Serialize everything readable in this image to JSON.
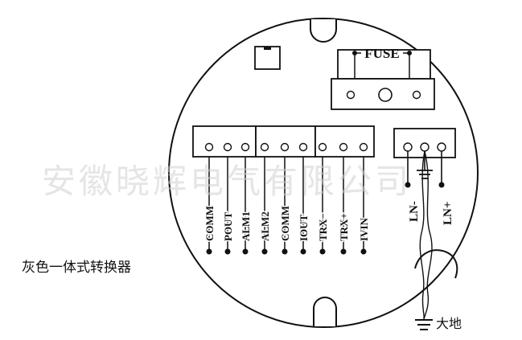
{
  "fuse": {
    "label": "FUSE"
  },
  "terminals": [
    {
      "label": "COMM"
    },
    {
      "label": "POUT"
    },
    {
      "label": "ALM1"
    },
    {
      "label": "ALM2"
    },
    {
      "label": "COMM"
    },
    {
      "label": "IOUT"
    },
    {
      "label": "TRX−"
    },
    {
      "label": "TRX+"
    },
    {
      "label": "IVIN"
    }
  ],
  "power": [
    {
      "label": "LN-"
    },
    {
      "label": "LN+"
    }
  ],
  "ground_label": "大地",
  "caption": "灰色一体式转换器",
  "watermark": "安徽晓辉电气有限公司"
}
